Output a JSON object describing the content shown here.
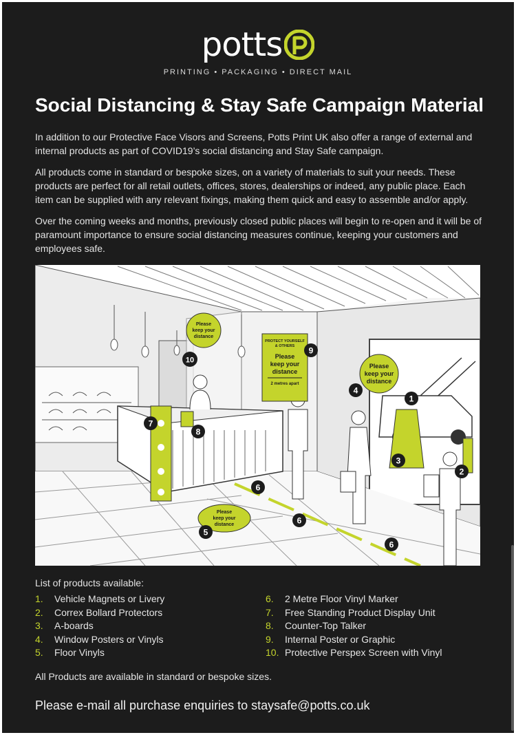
{
  "brand": {
    "name": "potts",
    "tagline": "PRINTING • PACKAGING • DIRECT MAIL",
    "accent_color": "#c4d42c"
  },
  "title": "Social Distancing & Stay Safe Campaign Material",
  "paragraphs": [
    "In addition to our Protective Face Visors and Screens, Potts Print UK also offer a range of external and internal products as part of COVID19’s social distancing and Stay Safe campaign.",
    "All products come in standard or bespoke sizes, on a variety of materials to suit your needs. These products are perfect for all retail outlets, offices, stores, dealerships or indeed, any public place. Each item can be supplied with any relevant fixings, making them quick and easy to assemble and/or apply.",
    "Over the coming weeks and months, previously closed public places will begin to re-open and it will be of paramount importance to ensure social distancing measures continue, keeping your customers and employees safe."
  ],
  "illustration": {
    "sign_text": {
      "please_keep": [
        "Please",
        "keep your",
        "distance"
      ],
      "poster_header": [
        "PROTECT YOURSELF",
        "& OTHERS"
      ],
      "poster_body": [
        "Please",
        "keep your",
        "distance"
      ],
      "poster_sub": "2 metres apart"
    },
    "markers": [
      "1",
      "2",
      "3",
      "4",
      "5",
      "6",
      "6",
      "6",
      "7",
      "8",
      "9",
      "10"
    ]
  },
  "products": {
    "heading": "List of products available:",
    "column1": [
      {
        "num": "1.",
        "label": "Vehicle Magnets or Livery"
      },
      {
        "num": "2.",
        "label": "Correx Bollard Protectors"
      },
      {
        "num": "3.",
        "label": "A-boards"
      },
      {
        "num": "4.",
        "label": "Window Posters or Vinyls"
      },
      {
        "num": "5.",
        "label": "Floor Vinyls"
      }
    ],
    "column2": [
      {
        "num": "6.",
        "label": "2 Metre Floor Vinyl Marker"
      },
      {
        "num": "7.",
        "label": "Free Standing Product Display Unit"
      },
      {
        "num": "8.",
        "label": "Counter-Top Talker"
      },
      {
        "num": "9.",
        "label": "Internal Poster or Graphic"
      },
      {
        "num": "10.",
        "label": "Protective Perspex Screen with Vinyl"
      }
    ]
  },
  "note": "All Products are available in standard or bespoke sizes.",
  "contact": "Please e-mail all purchase enquiries to staysafe@potts.co.uk"
}
